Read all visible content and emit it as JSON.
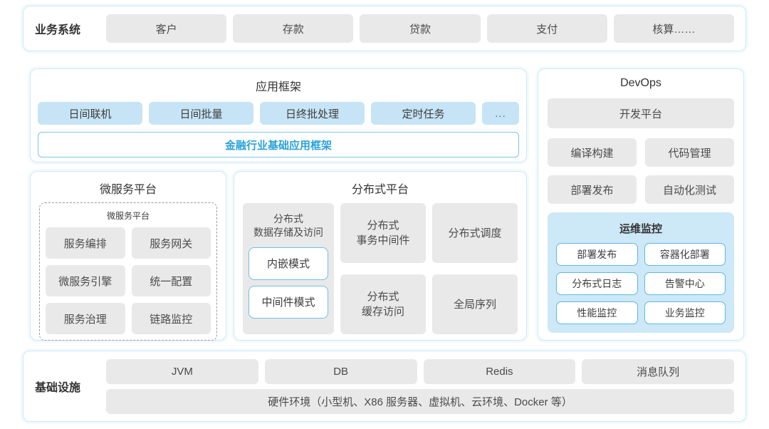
{
  "colors": {
    "panel_border": "#cfe9f6",
    "gray_button_bg": "#e9e9e9",
    "blue_button_bg": "#c6e4f5",
    "monitor_panel_bg": "#cde8f7",
    "outline_button_border": "#5fb9e2",
    "accent_text": "#2aa2da",
    "text_dark": "#333333"
  },
  "business_systems": {
    "label": "业务系统",
    "items": [
      "客户",
      "存款",
      "贷款",
      "支付",
      "核算……"
    ]
  },
  "app_framework": {
    "title": "应用框架",
    "items": [
      "日间联机",
      "日间批量",
      "日终批处理",
      "定时任务",
      "..."
    ],
    "base": "金融行业基础应用框架"
  },
  "microservice": {
    "title": "微服务平台",
    "inner_title": "微服务平台",
    "items": [
      "服务编排",
      "服务网关",
      "微服务引擎",
      "统一配置",
      "服务治理",
      "链路监控"
    ]
  },
  "distributed": {
    "title": "分布式平台",
    "storage": {
      "title_line1": "分布式",
      "title_line2": "数据存储及访问",
      "modes": [
        "内嵌模式",
        "中间件模式"
      ]
    },
    "transaction_line1": "分布式",
    "transaction_line2": "事务中间件",
    "schedule": "分布式调度",
    "cache_line1": "分布式",
    "cache_line2": "缓存访问",
    "sequence": "全局序列"
  },
  "devops": {
    "title": "DevOps",
    "full_item": "开发平台",
    "items": [
      "编译构建",
      "代码管理",
      "部署发布",
      "自动化测试"
    ],
    "monitor": {
      "title": "运维监控",
      "items": [
        "部署发布",
        "容器化部署",
        "分布式日志",
        "告警中心",
        "性能监控",
        "业务监控"
      ]
    }
  },
  "infrastructure": {
    "label": "基础设施",
    "items": [
      "JVM",
      "DB",
      "Redis",
      "消息队列"
    ],
    "hardware": "硬件环境（小型机、X86 服务器、虚拟机、云环境、Docker 等）"
  }
}
